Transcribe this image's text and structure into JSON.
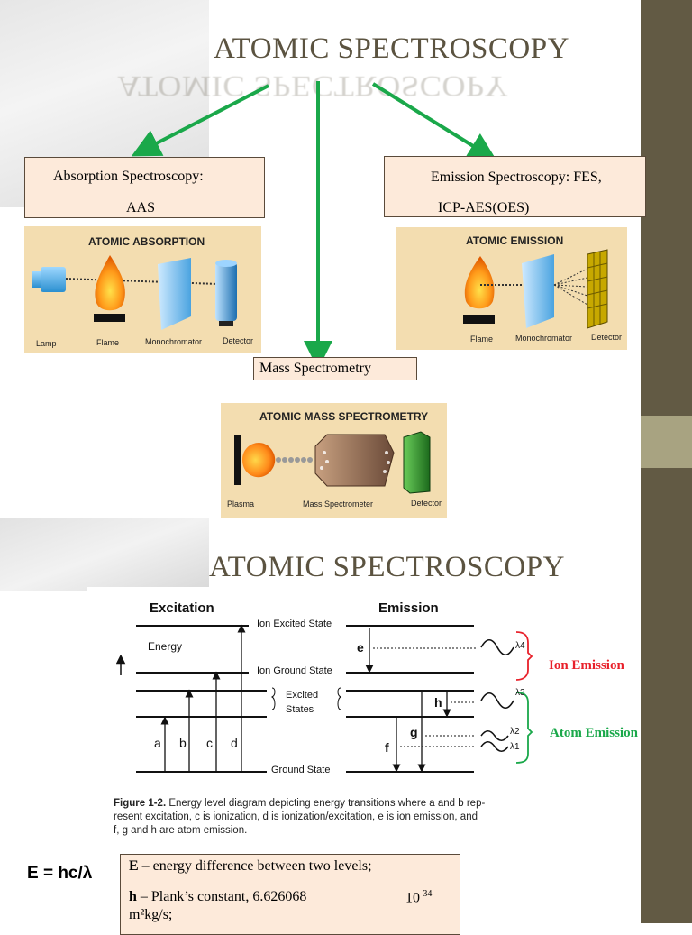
{
  "slide1": {
    "title": "ATOMIC SPECTROSCOPY",
    "absorption_box": {
      "line1": "Absorption Spectroscopy:",
      "line2": "AAS"
    },
    "emission_box": {
      "line1": "Emission Spectroscopy: FES,",
      "line2": "ICP-AES(OES)"
    },
    "mass_box": "Mass Spectrometry",
    "absorption_panel": {
      "title": "ATOMIC ABSORPTION",
      "captions": [
        "Lamp",
        "Flame",
        "Monochromator",
        "Detector"
      ]
    },
    "emission_panel": {
      "title": "ATOMIC EMISSION",
      "captions": [
        "Flame",
        "Monochromator",
        "Detector"
      ]
    },
    "mass_panel": {
      "title": "ATOMIC MASS SPECTROMETRY",
      "captions": [
        "Plasma",
        "Mass Spectrometer",
        "Detector"
      ]
    }
  },
  "slide2": {
    "title": "ATOMIC SPECTROSCOPY",
    "diagram": {
      "excitation_head": "Excitation",
      "emission_head": "Emission",
      "energy_label": "Energy",
      "ion_excited": "Ion Excited State",
      "ion_ground": "Ion Ground State",
      "excited_states_1": "Excited",
      "excited_states_2": "States",
      "ground_state": "Ground State",
      "arrow_a": "a",
      "arrow_b": "b",
      "arrow_c": "c",
      "arrow_d": "d",
      "arrow_e": "e",
      "arrow_f": "f",
      "arrow_g": "g",
      "arrow_h": "h",
      "lambda4": "λ4",
      "lambda3": "λ3",
      "lambda2": "λ2",
      "lambda1": "λ1",
      "ion_emission": "Ion Emission",
      "atom_emission": "Atom Emission"
    },
    "caption_bold": "Figure 1-2.",
    "caption_line1": " Energy level diagram depicting energy transitions where a and b rep-",
    "caption_line2": "resent excitation, c is ionization, d is ionization/excitation, e is ion emission, and",
    "caption_line3": "f, g and h are atom emission.",
    "equation": "E = hc/λ",
    "def_e_sym": "E",
    "def_e_text": " – energy difference between two levels;",
    "def_h_sym": "h",
    "def_h_text": " – Plank’s constant, 6.626068",
    "def_h_exp_base": "10",
    "def_h_exp": "-34",
    "def_h_units": "m²kg/s;",
    "colors": {
      "arrow_green": "#1aa84a",
      "ion_emission_red": "#e8202a",
      "atom_emission_green": "#1aa84a",
      "title_brown": "#5b5340"
    }
  }
}
